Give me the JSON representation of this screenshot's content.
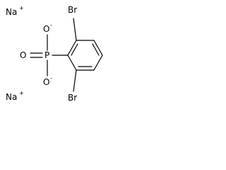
{
  "molecule": {
    "sodium_top": {
      "symbol": "Na",
      "charge": "+"
    },
    "sodium_bottom": {
      "symbol": "Na",
      "charge": "+"
    },
    "bromine_top": {
      "symbol": "Br"
    },
    "bromine_bottom": {
      "symbol": "Br"
    },
    "oxygen_top": {
      "symbol": "O",
      "charge": "-"
    },
    "oxygen_double": {
      "symbol": "O"
    },
    "oxygen_bottom": {
      "symbol": "O",
      "charge": "-"
    },
    "phosphorus": {
      "symbol": "P"
    }
  },
  "colors": {
    "ink": "#000000",
    "background": "#ffffff"
  }
}
